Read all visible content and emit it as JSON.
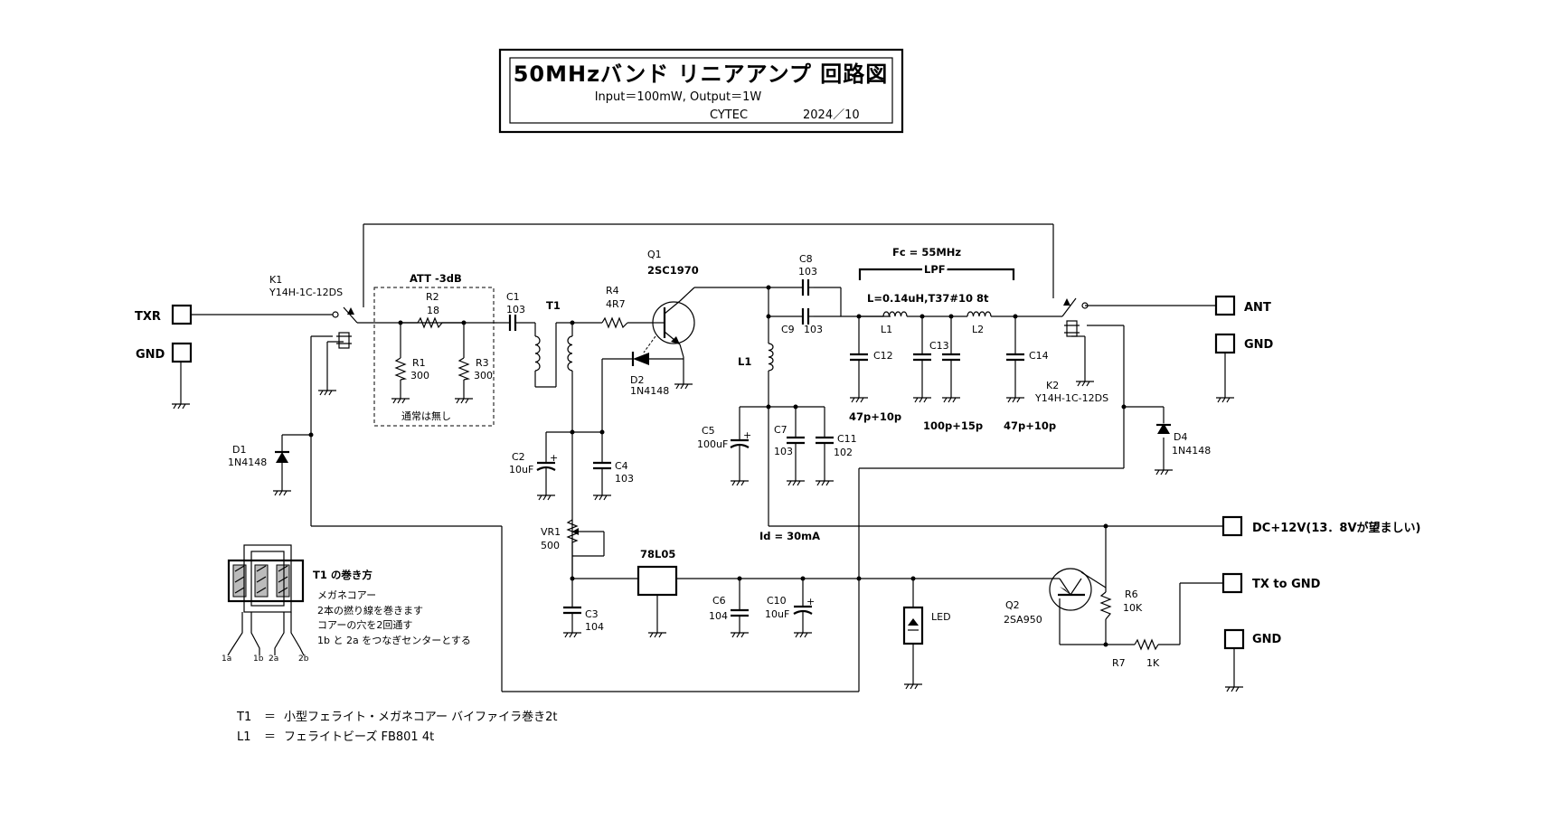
{
  "title": {
    "main": "50MHzバンド リニアアンプ 回路図",
    "spec": "Input＝100mW, Output＝1W",
    "author": "CYTEC",
    "date": "2024／10"
  },
  "terminals": {
    "txr": "TXR",
    "gnd_in": "GND",
    "ant": "ANT",
    "gnd_out": "GND",
    "dc": "DC+12V(13．8Vが望ましい)",
    "txgnd": "TX to GND",
    "gnd_ctl": "GND"
  },
  "components": {
    "k1": {
      "ref": "K1",
      "part": "Y14H-1C-12DS"
    },
    "k2": {
      "ref": "K2",
      "part": "Y14H-1C-12DS"
    },
    "att": {
      "label": "ATT -3dB",
      "note": "通常は無し"
    },
    "r1": {
      "ref": "R1",
      "value": "300"
    },
    "r2": {
      "ref": "R2",
      "value": "18"
    },
    "r3": {
      "ref": "R3",
      "value": "300"
    },
    "c1": {
      "ref": "C1",
      "value": "103"
    },
    "t1": {
      "ref": "T1"
    },
    "r4": {
      "ref": "R4",
      "value": "4R7"
    },
    "q1": {
      "ref": "Q1",
      "part": "2SC1970"
    },
    "d2": {
      "ref": "D2",
      "part": "1N4148"
    },
    "c2": {
      "ref": "C2",
      "value": "10uF"
    },
    "c4": {
      "ref": "C4",
      "value": "103"
    },
    "vr1": {
      "ref": "VR1",
      "value": "500"
    },
    "reg": {
      "part": "78L05"
    },
    "c3": {
      "ref": "C3",
      "value": "104"
    },
    "c6": {
      "ref": "C6",
      "value": "104"
    },
    "c10": {
      "ref": "C10",
      "value": "10uF"
    },
    "l1": {
      "ref": "L1"
    },
    "c5": {
      "ref": "C5",
      "value": "100uF"
    },
    "c7": {
      "ref": "C7",
      "value": "103"
    },
    "c11": {
      "ref": "C11",
      "value": "102"
    },
    "c8": {
      "ref": "C8",
      "value": "103"
    },
    "c9": {
      "ref": "C9",
      "value": "103"
    },
    "lpf": {
      "label": "LPF",
      "fc": "Fc = 55MHz",
      "coil": "L=0.14uH,T37#10 8t"
    },
    "lpf_l1": {
      "ref": "L1"
    },
    "lpf_l2": {
      "ref": "L2"
    },
    "c12": {
      "ref": "C12",
      "value": "47p+10p"
    },
    "c13": {
      "ref": "C13",
      "value": "100p+15p"
    },
    "c14": {
      "ref": "C14",
      "value": "47p+10p"
    },
    "d1": {
      "ref": "D1",
      "part": "1N4148"
    },
    "d4": {
      "ref": "D4",
      "part": "1N4148"
    },
    "led": {
      "label": "LED"
    },
    "q2": {
      "ref": "Q2",
      "part": "2SA950"
    },
    "r6": {
      "ref": "R6",
      "value": "10K"
    },
    "r7": {
      "ref": "R7",
      "value": "1K"
    },
    "id": "Id = 30mA"
  },
  "winding": {
    "title": "T1 の巻き方",
    "lines": [
      "メガネコアー",
      "2本の撚り線を巻きます",
      "コアーの穴を2回通す",
      "1b と 2a をつなぎセンターとする"
    ],
    "pins": [
      "1a",
      "1b",
      "2a",
      "2b"
    ]
  },
  "notes": [
    {
      "ref": "T1",
      "eq": "＝",
      "desc": "小型フェライト・メガネコアー バイファイラ巻き2t"
    },
    {
      "ref": "L1",
      "eq": "＝",
      "desc": "フェライトビーズ FB801 4t"
    }
  ]
}
